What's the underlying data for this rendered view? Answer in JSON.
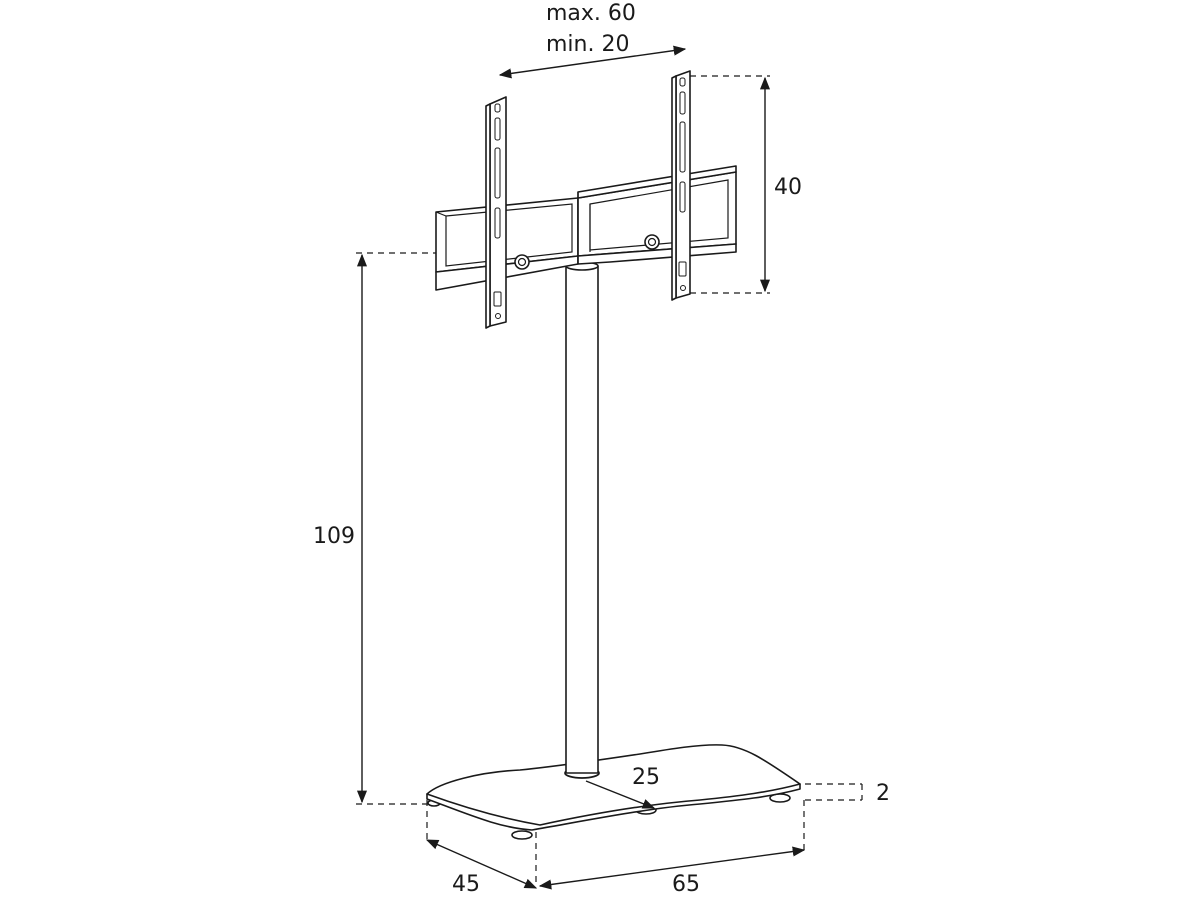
{
  "dimensions": {
    "vesa_width_max": "max. 60",
    "vesa_width_min": "min. 20",
    "bracket_height": "40",
    "total_height": "109",
    "column_diameter": "25",
    "base_thickness": "2",
    "base_depth": "45",
    "base_width": "65"
  }
}
